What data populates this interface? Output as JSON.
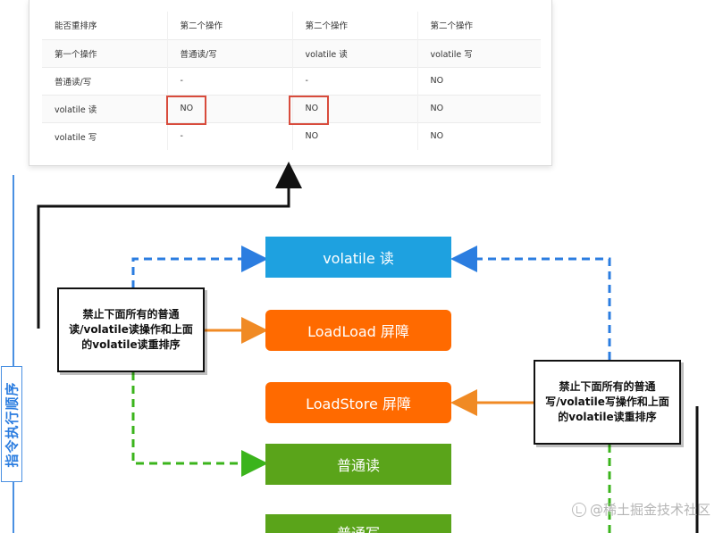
{
  "table": {
    "headers": [
      "能否重排序",
      "第二个操作",
      "第二个操作",
      "第二个操作"
    ],
    "rows": [
      [
        "第一个操作",
        "普通读/写",
        "volatile 读",
        "volatile 写"
      ],
      [
        "普通读/写",
        "-",
        "-",
        "NO"
      ],
      [
        "volatile 读",
        "NO",
        "NO",
        "NO"
      ],
      [
        "volatile 写",
        "-",
        "NO",
        "NO"
      ]
    ]
  },
  "side_label": "指令执行顺序",
  "boxes": {
    "volatile_read": "volatile 读",
    "loadload": "LoadLoad 屏障",
    "loadstore": "LoadStore 屏障",
    "normal_read": "普通读",
    "normal_write": "普通写"
  },
  "notes": {
    "left": [
      "禁止下面所有的普通",
      "读/volatile读操作和上面",
      "的volatile读重排序"
    ],
    "right": [
      "禁止下面所有的普通",
      "写/volatile写操作和上面",
      "的volatile读重排序"
    ]
  },
  "watermark": "@稀土掘金技术社区",
  "colors": {
    "blue_box": "#1ea1e0",
    "orange_box": "#ff6a00",
    "green_box": "#5aa41a",
    "highlight": "#d84b3c",
    "side_accent": "#4a90e2"
  }
}
